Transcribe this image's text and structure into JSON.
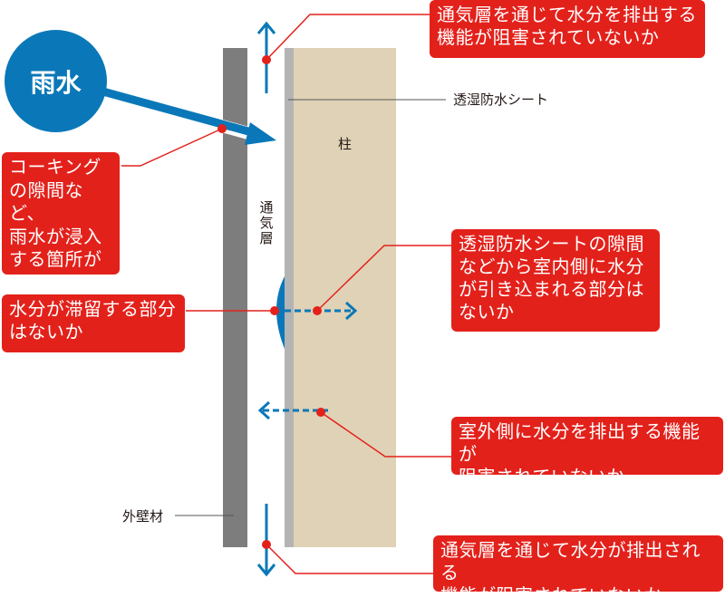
{
  "diagram": {
    "title_badge": "雨水",
    "colors": {
      "callout": "#e3211b",
      "arrow": "#0a78b8",
      "exterior_wall": "#7d7d7d",
      "membrane": "#b4b4b4",
      "stud": "#e0d2b6"
    },
    "labels": {
      "membrane": "透湿防水シート",
      "stud": "柱",
      "air_layer": "通気層",
      "exterior_wall": "外壁材"
    },
    "callouts": {
      "top": "通気層を通じて水分を排出する\n機能が阻害されていないか",
      "caulking": "コーキング\nの隙間など、\n雨水が浸入\nする箇所が\nないか",
      "stagnant": "水分が滞留する部分\nはないか",
      "membrane_gap": "透湿防水シートの隙間\nなどから室内側に水分\nが引き込まれる部分は\nないか",
      "outdoor": "室外側に水分を排出する機能が\n阻害されていないか",
      "bottom": "通気層を通じて水分が排出される\n機能が阻害されていないか"
    }
  }
}
